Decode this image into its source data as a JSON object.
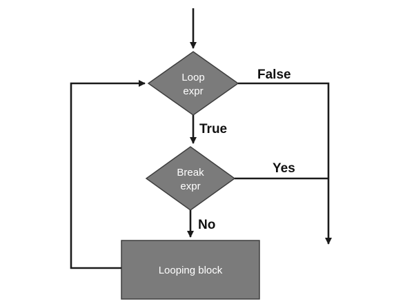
{
  "diagram": {
    "nodes": {
      "loop_expr": {
        "line1": "Loop",
        "line2": "expr",
        "shape": "diamond"
      },
      "break_expr": {
        "line1": "Break",
        "line2": "expr",
        "shape": "diamond"
      },
      "looping_block": {
        "label": "Looping block",
        "shape": "rectangle"
      }
    },
    "edges": {
      "false_label": "False",
      "true_label": "True",
      "yes_label": "Yes",
      "no_label": "No"
    },
    "colors": {
      "node_fill": "#7b7b7b",
      "node_stroke": "#3e3e3e",
      "line": "#1a1a1a",
      "background": "#ffffff"
    }
  }
}
